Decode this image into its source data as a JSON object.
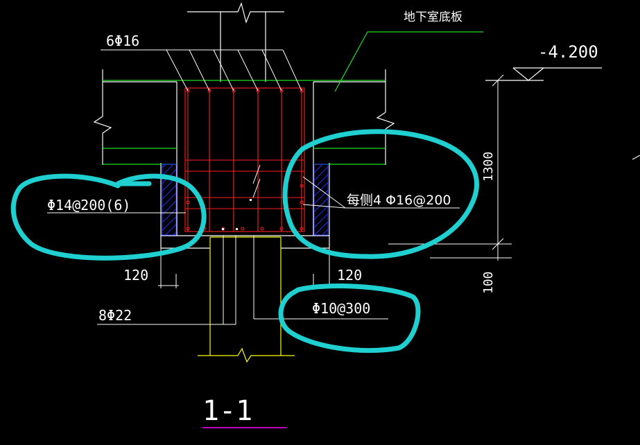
{
  "drawing": {
    "labels": {
      "basement_slab": "地下室底板",
      "elevation": "-4.200",
      "top_rebar": "6Φ16",
      "stirrup_left": "Φ14@200(6)",
      "side_rebar": "每侧4 Φ16@200",
      "bottom_rebar": "8Φ22",
      "pile_stirrup": "Φ10@300",
      "dim_height": "1300",
      "dim_bottom": "100",
      "dim_left_cover": "120",
      "dim_right_cover": "120",
      "section_title": "1-1"
    },
    "colors": {
      "background": "#000000",
      "outline": "#ffffff",
      "rebar": "#ff2020",
      "slab": "#20e020",
      "pile": "#ffff00",
      "hatch": "#2030ff",
      "markup": "#20d0d0",
      "title_underline": "#ff00ff"
    }
  }
}
